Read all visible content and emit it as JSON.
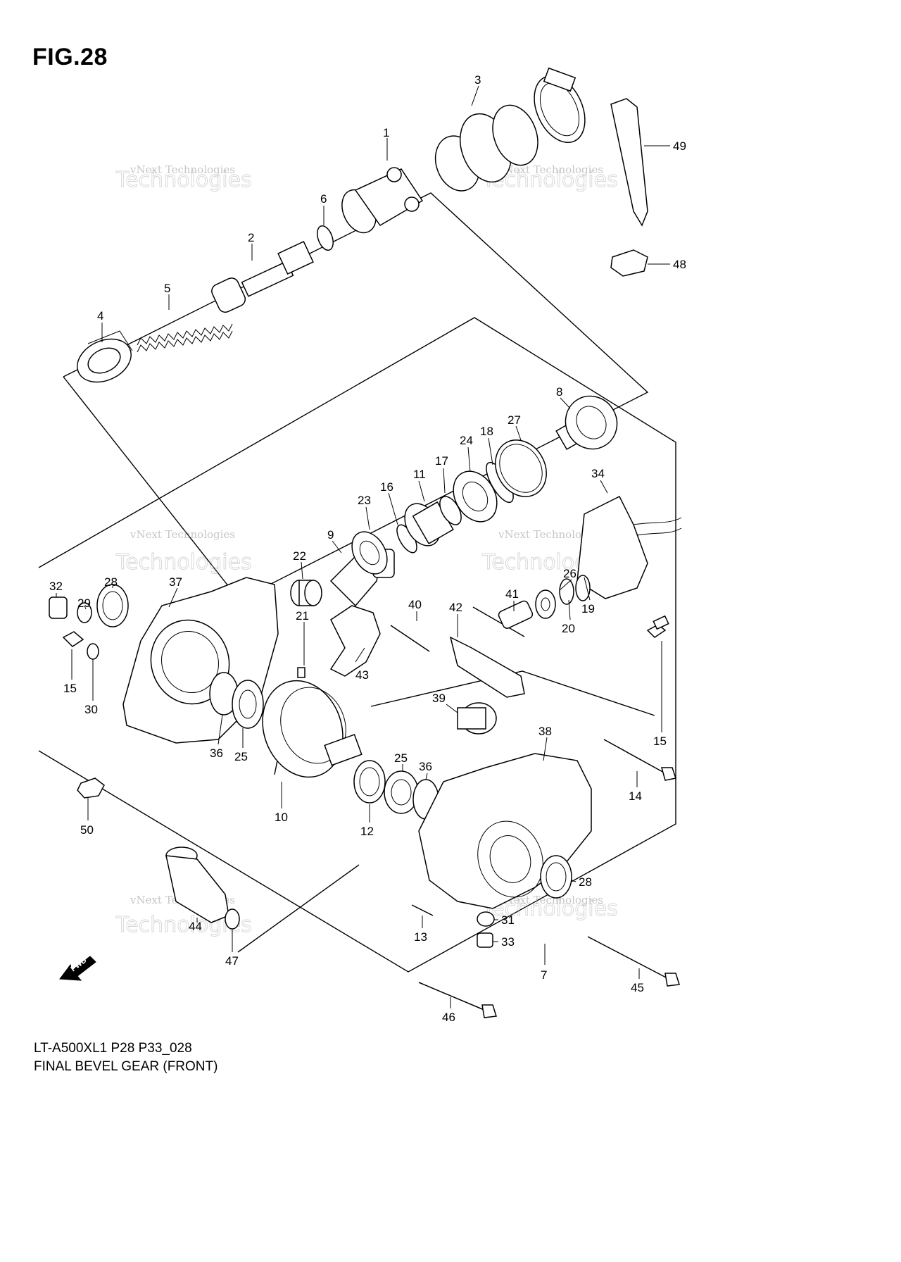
{
  "figure": {
    "title": "FIG.28",
    "caption_line1": "LT-A500XL1 P28 P33_028",
    "caption_line2": "FINAL BEVEL GEAR (FRONT)"
  },
  "watermark": {
    "line1": "vNext Technologies",
    "line2": "Technologies",
    "top": "vNext"
  },
  "fwd_arrow": {
    "label": "FWD"
  },
  "callouts": [
    {
      "id": "1",
      "label": "1"
    },
    {
      "id": "2",
      "label": "2"
    },
    {
      "id": "3",
      "label": "3"
    },
    {
      "id": "4",
      "label": "4"
    },
    {
      "id": "5",
      "label": "5"
    },
    {
      "id": "6",
      "label": "6"
    },
    {
      "id": "7",
      "label": "7"
    },
    {
      "id": "8",
      "label": "8"
    },
    {
      "id": "9",
      "label": "9"
    },
    {
      "id": "10",
      "label": "10"
    },
    {
      "id": "11",
      "label": "11"
    },
    {
      "id": "12",
      "label": "12"
    },
    {
      "id": "13",
      "label": "13"
    },
    {
      "id": "14",
      "label": "14"
    },
    {
      "id": "15a",
      "label": "15"
    },
    {
      "id": "15b",
      "label": "15"
    },
    {
      "id": "16",
      "label": "16"
    },
    {
      "id": "17",
      "label": "17"
    },
    {
      "id": "18",
      "label": "18"
    },
    {
      "id": "19",
      "label": "19"
    },
    {
      "id": "20",
      "label": "20"
    },
    {
      "id": "21",
      "label": "21"
    },
    {
      "id": "22",
      "label": "22"
    },
    {
      "id": "23",
      "label": "23"
    },
    {
      "id": "24",
      "label": "24"
    },
    {
      "id": "25a",
      "label": "25"
    },
    {
      "id": "25b",
      "label": "25"
    },
    {
      "id": "26",
      "label": "26"
    },
    {
      "id": "27",
      "label": "27"
    },
    {
      "id": "28a",
      "label": "28"
    },
    {
      "id": "28b",
      "label": "28"
    },
    {
      "id": "29",
      "label": "29"
    },
    {
      "id": "30",
      "label": "30"
    },
    {
      "id": "31",
      "label": "31"
    },
    {
      "id": "32",
      "label": "32"
    },
    {
      "id": "33",
      "label": "33"
    },
    {
      "id": "34",
      "label": "34"
    },
    {
      "id": "36a",
      "label": "36"
    },
    {
      "id": "36b",
      "label": "36"
    },
    {
      "id": "37",
      "label": "37"
    },
    {
      "id": "38",
      "label": "38"
    },
    {
      "id": "39",
      "label": "39"
    },
    {
      "id": "40",
      "label": "40"
    },
    {
      "id": "41",
      "label": "41"
    },
    {
      "id": "42",
      "label": "42"
    },
    {
      "id": "43",
      "label": "43"
    },
    {
      "id": "44",
      "label": "44"
    },
    {
      "id": "45",
      "label": "45"
    },
    {
      "id": "46",
      "label": "46"
    },
    {
      "id": "47",
      "label": "47"
    },
    {
      "id": "48",
      "label": "48"
    },
    {
      "id": "49",
      "label": "49"
    },
    {
      "id": "50",
      "label": "50"
    }
  ]
}
